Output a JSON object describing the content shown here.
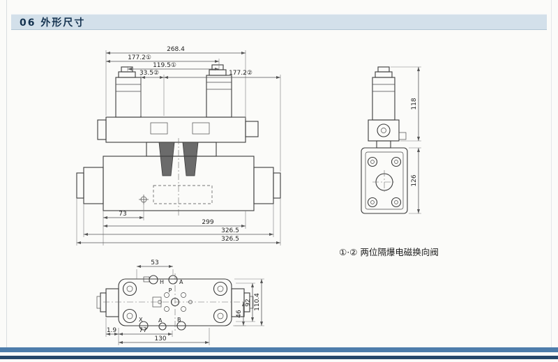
{
  "page": {
    "header_title": "06 外形尺寸",
    "note": "①·② 两位隔爆电磁换向阀"
  },
  "front_view": {
    "dims": {
      "overall": "268.4",
      "d177a": "177.2①",
      "d119": "119.5①",
      "d33": "33.5②",
      "d177b": "177.2②",
      "d73": "73",
      "d299": "299",
      "d326a": "326.5",
      "d326b": "326.5"
    }
  },
  "side_view": {
    "dims": {
      "d118": "118",
      "d126": "126"
    }
  },
  "top_view": {
    "dims": {
      "d53": "53",
      "d92": "92",
      "d110": "110.4",
      "d46": "46",
      "d19": "1.9",
      "d77": "77",
      "d130": "130"
    },
    "ports": {
      "h": "H",
      "a_top": "A",
      "p": "P",
      "x": "X",
      "a": "A",
      "b": "B"
    }
  }
}
